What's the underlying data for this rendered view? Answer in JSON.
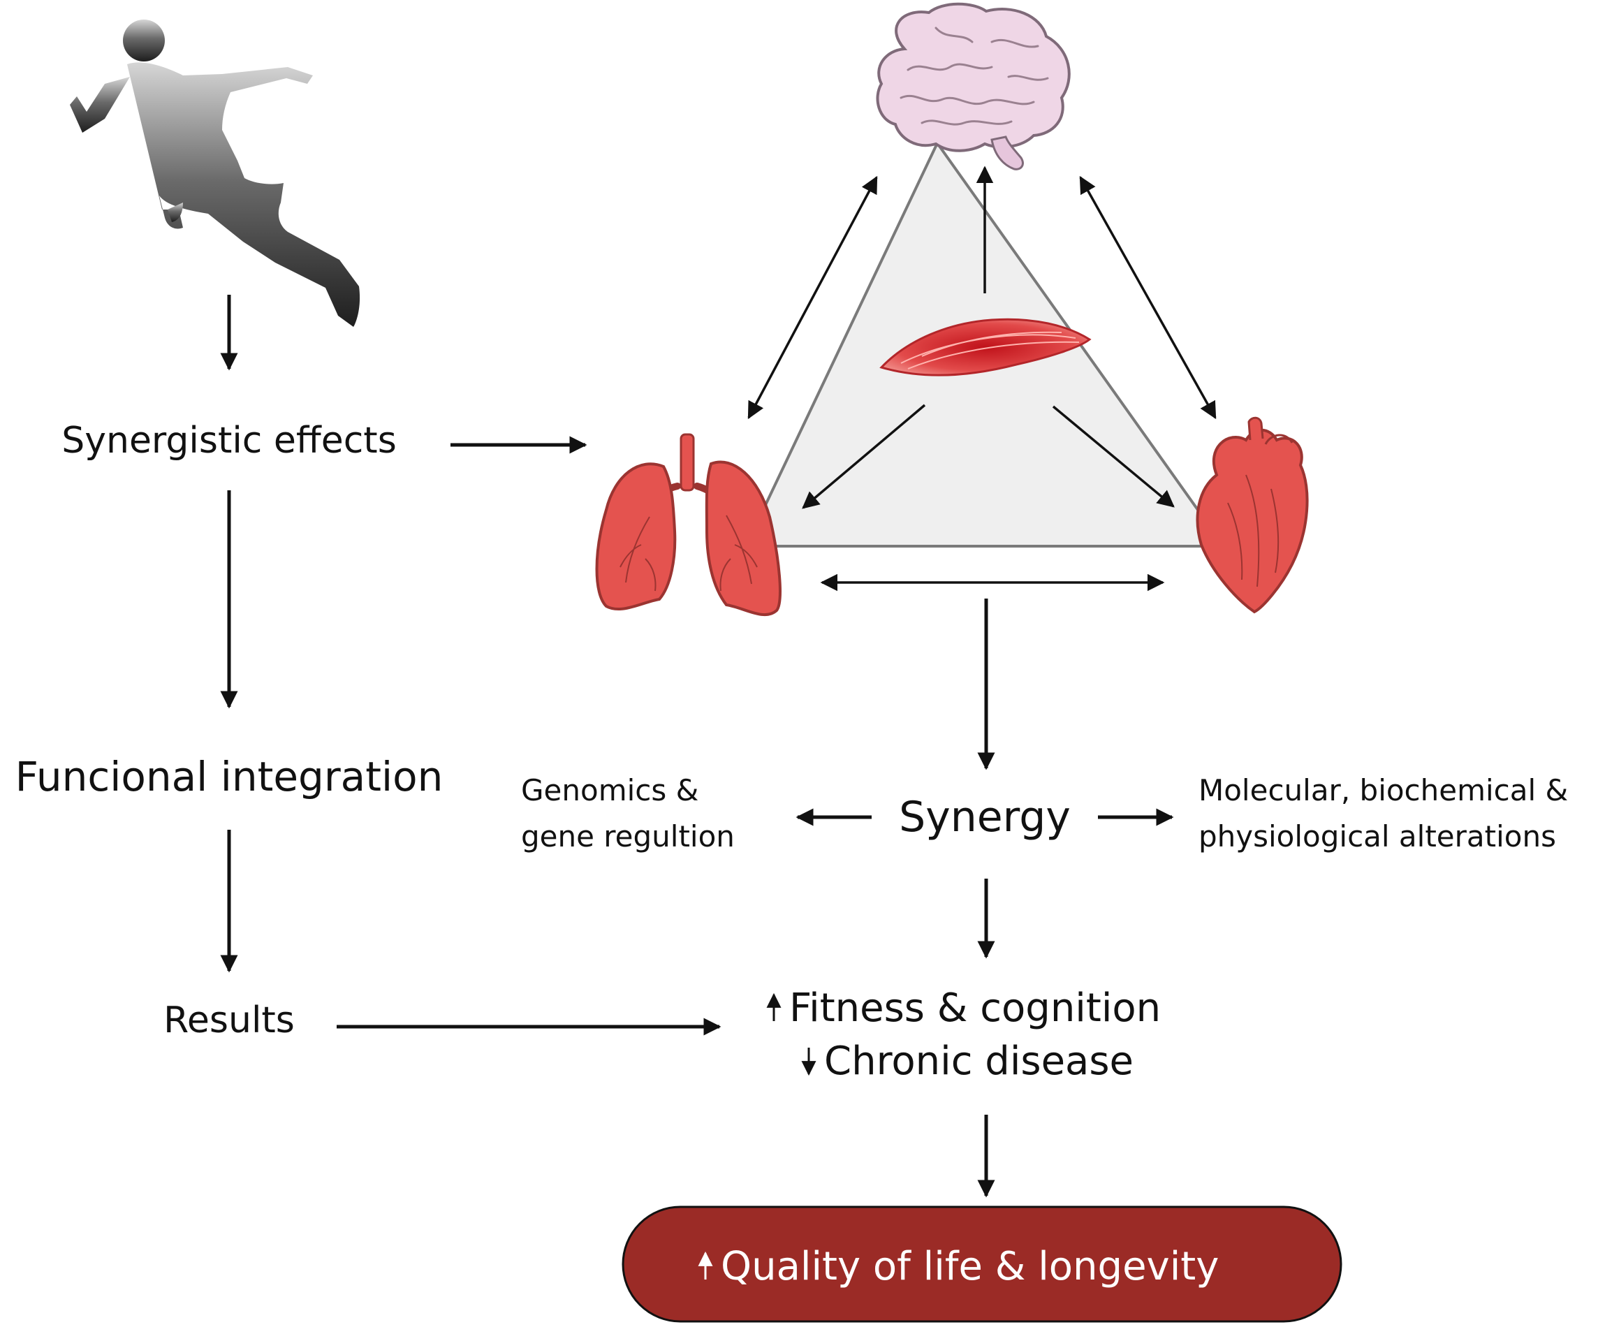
{
  "labels": {
    "synergistic_effects": "Synergistic effects",
    "functional_integration": "Funcional integration",
    "results": "Results",
    "synergy": "Synergy",
    "genomics_line1": "Genomics &",
    "genomics_line2": "gene regultion",
    "molecular_line1": "Molecular, biochemical &",
    "molecular_line2": "physiological alterations",
    "fitness": "Fitness & cognition",
    "chronic": "Chronic disease",
    "quality": "Quality of life & longevity"
  },
  "icons": {
    "runner": "runner-silhouette-icon",
    "brain": "brain-icon",
    "muscle": "muscle-icon",
    "lungs": "lungs-icon",
    "heart": "heart-icon"
  },
  "colors": {
    "organ_red": "#e4534f",
    "pill_red": "#9b2b26",
    "brain_pink": "#efd6e6",
    "triangle_fill": "#efefef",
    "triangle_stroke": "#7a7a7a"
  }
}
